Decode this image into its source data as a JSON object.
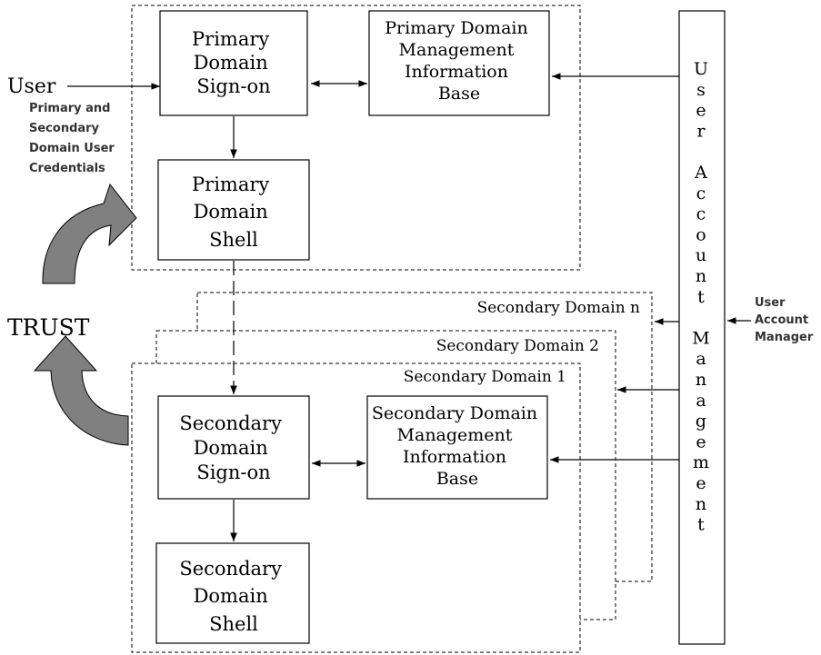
{
  "user_label": "User",
  "credentials_label": [
    "Primary and",
    "Secondary",
    "Domain User",
    "Credentials"
  ],
  "trust_label": "TRUST",
  "primary": {
    "signon": [
      "Primary",
      "Domain",
      "Sign-on"
    ],
    "mib": [
      "Primary Domain",
      "Management",
      "Information",
      "Base"
    ],
    "shell": [
      "Primary",
      "Domain",
      "Shell"
    ]
  },
  "secondary": {
    "domain_n": "Secondary Domain n",
    "domain_2": "Secondary Domain 2",
    "domain_1": "Secondary Domain 1",
    "signon": [
      "Secondary",
      "Domain",
      "Sign-on"
    ],
    "mib": [
      "Secondary Domain",
      "Management",
      "Information",
      "Base"
    ],
    "shell": [
      "Secondary",
      "Domain",
      "Shell"
    ]
  },
  "uam_vertical": [
    "U",
    "s",
    "e",
    "r",
    "",
    "A",
    "c",
    "c",
    "o",
    "u",
    "n",
    "t",
    "",
    "M",
    "a",
    "n",
    "a",
    "g",
    "e",
    "m",
    "e",
    "n",
    "t"
  ],
  "uam_manager": [
    "User",
    "Account",
    "Manager"
  ]
}
